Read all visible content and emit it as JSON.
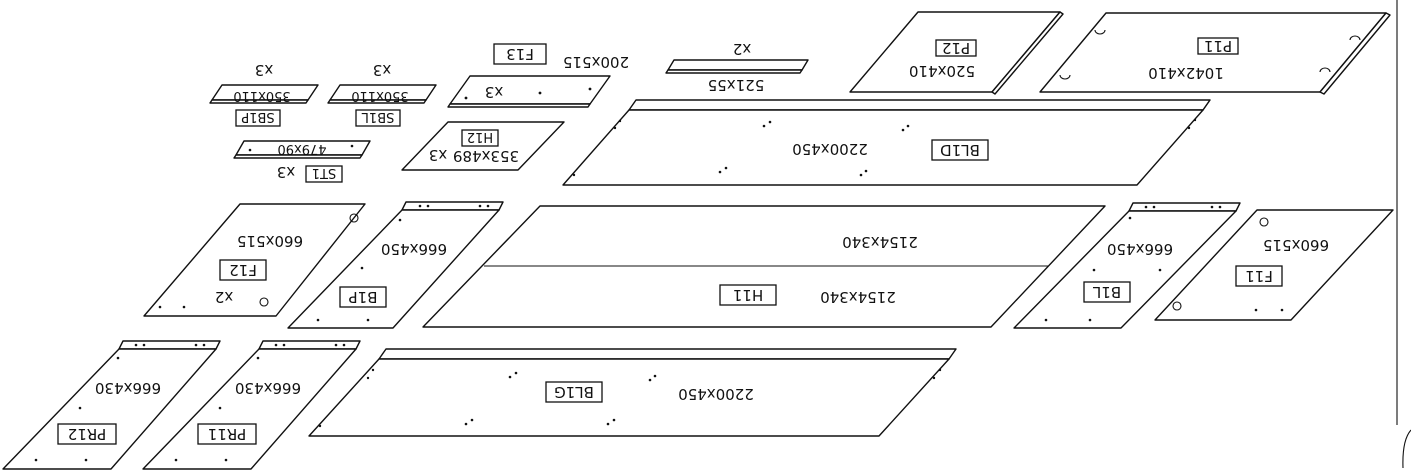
{
  "parts": {
    "p11": {
      "code": "P11",
      "size": "1042x410"
    },
    "p12": {
      "code": "P12",
      "size": "520x410"
    },
    "x55": {
      "size": "521x55",
      "qty": "x2"
    },
    "f13": {
      "code": "F13",
      "size": "200x515",
      "qty": "x3"
    },
    "sb1l": {
      "code": "SB1L",
      "size": "350x110",
      "qty": "x3"
    },
    "sb1p": {
      "code": "SB1P",
      "size": "350x110",
      "qty": "x3"
    },
    "bl1d": {
      "code": "BL1D",
      "size": "2200x450"
    },
    "h12": {
      "code": "H12",
      "size": "353x489",
      "qty": "x3"
    },
    "st1": {
      "code": "ST1",
      "size": "479x90",
      "qty": "x3"
    },
    "f12": {
      "code": "F12",
      "size": "660x515",
      "qty": "x2"
    },
    "b1p": {
      "code": "B1P",
      "size": "666x450"
    },
    "h11": {
      "code": "H11",
      "size_top": "2154x340",
      "size_bottom": "2154x340"
    },
    "b1l": {
      "code": "B1L",
      "size": "666x450"
    },
    "f11": {
      "code": "F11",
      "size": "660x515"
    },
    "pr12": {
      "code": "PR12",
      "size": "666x430"
    },
    "pr11": {
      "code": "PR11",
      "size": "666x430"
    },
    "bl1g": {
      "code": "BL1G",
      "size": "2200x450"
    }
  }
}
